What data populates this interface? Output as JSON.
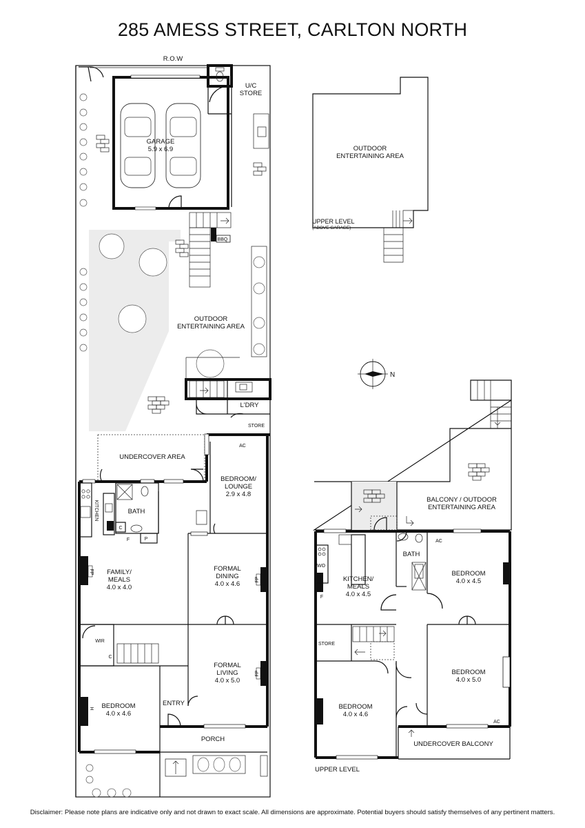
{
  "title": "285 AMESS STREET, CARLTON NORTH",
  "disclaimer": "Disclaimer: Please note plans are indicative only and not drawn to exact scale. All dimensions are approximate. Potential buyers should satisfy themselves of any pertinent matters.",
  "compass_label": "N",
  "ground": {
    "row": "R.O.W",
    "uc_store": [
      "U/C",
      "STORE"
    ],
    "garage": [
      "GARAGE",
      "5.9 x 6.9"
    ],
    "bbq": "BBQ",
    "outdoor": [
      "OUTDOOR",
      "ENTERTAINING AREA"
    ],
    "laundry": "L'DRY",
    "store": "STORE",
    "ac": "AC",
    "undercover": "UNDERCOVER AREA",
    "bedroom_lounge": [
      "BEDROOM/",
      "LOUNGE",
      "2.9 x 4.8"
    ],
    "kitchen": "KITCHEN",
    "bath": "BATH",
    "c": "C",
    "f": "F",
    "p": "P",
    "family": [
      "FAMILY/",
      "MEALS",
      "4.0 x 4.0"
    ],
    "fp": "FP",
    "formal_dining": [
      "FORMAL",
      "DINING",
      "4.0 x 4.6"
    ],
    "wir": "WIR",
    "formal_living": [
      "FORMAL",
      "LIVING",
      "4.0 x 5.0"
    ],
    "bedroom": [
      "BEDROOM",
      "4.0 x 4.6"
    ],
    "entry": "ENTRY",
    "porch": "PORCH",
    "h": "H"
  },
  "upper_garage": {
    "outdoor": [
      "OUTDOOR",
      "ENTERTAINING AREA"
    ],
    "level": [
      "UPPER LEVEL",
      "(ABOVE GARAGE)"
    ]
  },
  "upper": {
    "balcony": [
      "BALCONY / OUTDOOR",
      "ENTERTAINING AREA"
    ],
    "bath": "BATH",
    "ac": "AC",
    "wo": "WO",
    "f": "F",
    "kitchen": [
      "KITCHEN/",
      "MEALS",
      "4.0 x 4.5"
    ],
    "bedroom1": [
      "BEDROOM",
      "4.0 x 4.5"
    ],
    "store": "STORE",
    "bedroom2": [
      "BEDROOM",
      "4.0 x 5.0"
    ],
    "bedroom3": [
      "BEDROOM",
      "4.0 x 4.6"
    ],
    "undercover_balcony": "UNDERCOVER BALCONY",
    "level": "UPPER LEVEL"
  }
}
